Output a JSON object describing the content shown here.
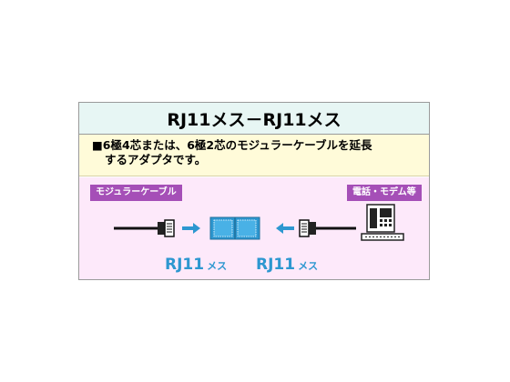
{
  "title": "RJ11メス－RJ11メス",
  "description": {
    "line1": "■6極4芯または、6極2芯のモジュラーケーブルを延長",
    "line2": "するアダプタです。"
  },
  "labels": {
    "modular_cable": "モジュラーケーブル",
    "phone_modem": "電話・モデム等"
  },
  "ports": [
    {
      "main": "RJ11",
      "suffix": "メス"
    },
    {
      "main": "RJ11",
      "suffix": "メス"
    }
  ],
  "colors": {
    "title_bg": "#e7f6f4",
    "desc_bg": "#fffbd9",
    "diagram_bg": "#fde9fa",
    "tag_bg": "#a54fb7",
    "accent_blue": "#2d97d0"
  }
}
